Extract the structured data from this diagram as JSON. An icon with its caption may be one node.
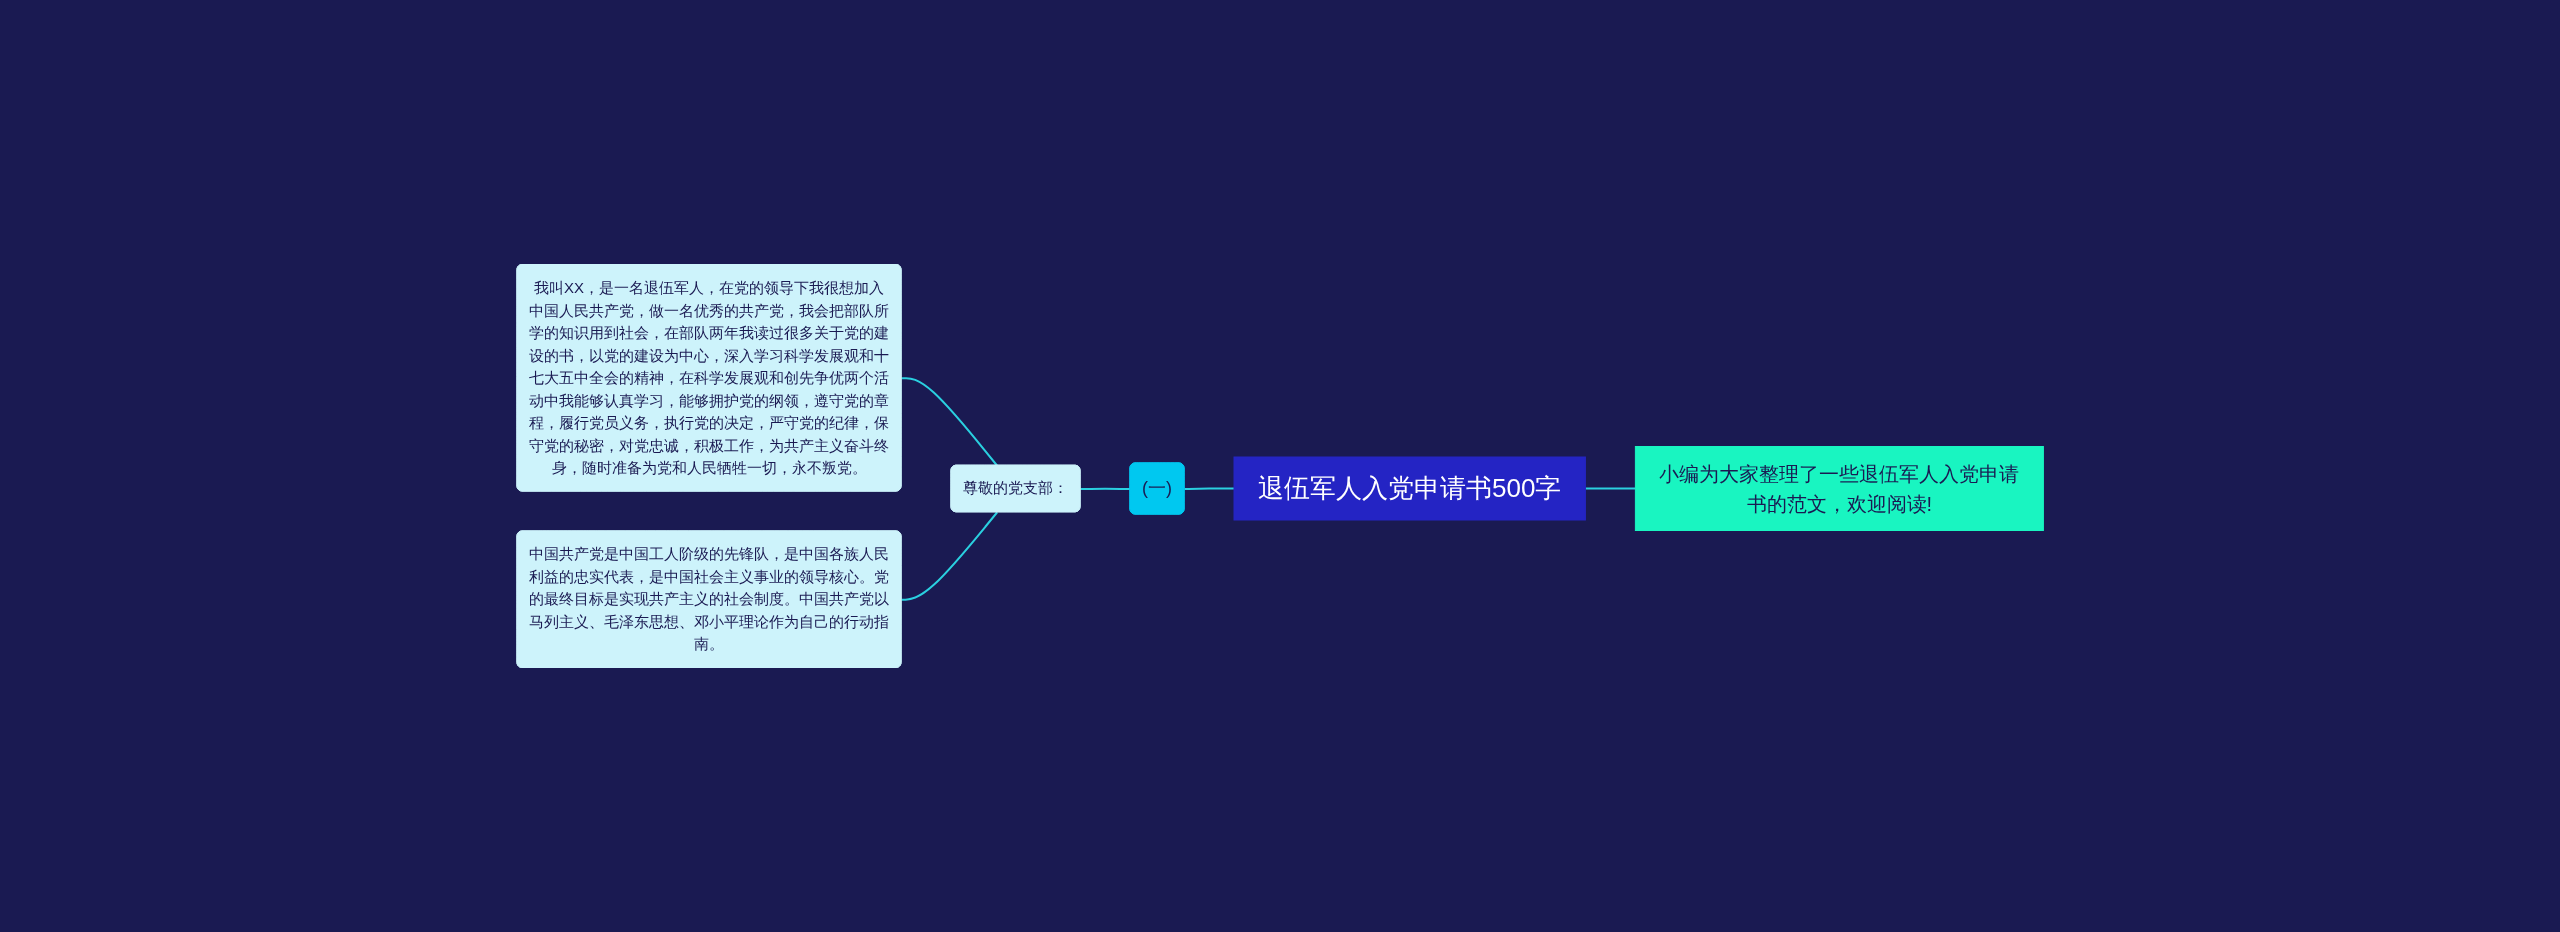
{
  "diagram": {
    "nodes": [
      {
        "text": [
          "退伍军人入党申请书500字"
        ]
      },
      {
        "text": [
          "小编为大家整理了一些退伍军人入党申请书的范文，欢迎阅读!"
        ]
      },
      {
        "text": [
          "(一)"
        ]
      },
      {
        "text": [
          "尊敬的党支部："
        ]
      },
      {
        "text": [
          "我叫XX，是一名退伍军人，在党的领导下我很想加入中国人民共产党，做一名优秀的共产党，我会把部队所学的知识用到社会，在部队两年我读过很多关于党的建设的书，以党的建设为中心，深入学习科学发展观和十七大五中全会的精神，在科学发展观和创先争优两个活动中我能够认真学习，能够拥护党的纲领，遵守党的章程，履行党员义务，执行党的决定，严守党的纪律，保守党的秘密，对党忠诚，积极工作，为共产主义奋斗终身，随时准备为党和人民牺牲一切，永不叛党。"
        ]
      },
      {
        "text": [
          "中国共产党是中国工人阶级的先锋队，是中国各族人民利益的忠实代表，是中国社会主义事业的领导核心。党的最终目标是实现共产主义的社会制度。中国共产党以马列主义、毛泽东思想、邓小平理论作为自己的行动指南。"
        ]
      }
    ],
    "edges": [
      {
        "from": 0,
        "to": 1,
        "arrow": "none"
      },
      {
        "from": 2,
        "to": 0,
        "arrow": "none"
      },
      {
        "from": 3,
        "to": 2,
        "arrow": "none"
      },
      {
        "from": 4,
        "to": 3,
        "arrow": "none"
      },
      {
        "from": 5,
        "to": 3,
        "arrow": "none"
      }
    ]
  }
}
